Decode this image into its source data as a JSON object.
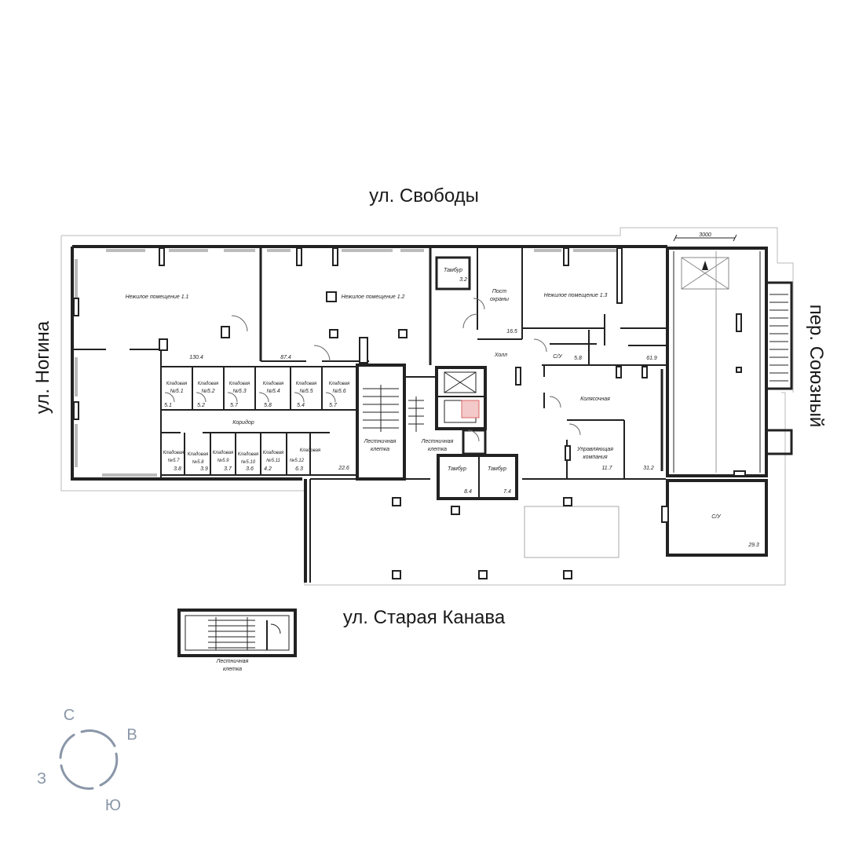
{
  "streets": {
    "north": "ул. Свободы",
    "west": "ул. Ногина",
    "east": "пер. Союзный",
    "south": "ул. Старая Канава"
  },
  "dimension": "3000",
  "rooms": {
    "r11": {
      "label": "Нежилое помещение 1.1",
      "area": "130.4"
    },
    "r12": {
      "label": "Нежилое помещение 1.2",
      "area": "87.4"
    },
    "r13": {
      "label": "Нежилое помещение 1.3",
      "area": "61.9"
    },
    "tambur_n": {
      "label": "Тамбур",
      "area": "3.2"
    },
    "post": {
      "label1": "Пост",
      "label2": "охраны",
      "area": "16.5"
    },
    "hall": {
      "label": "Холл"
    },
    "sui": {
      "label": "С/У",
      "area": "5.8"
    },
    "kolyas": {
      "label": "Колясочная"
    },
    "uprav": {
      "label1": "Управляющая",
      "label2": "компания",
      "area": "11.7"
    },
    "area_31": "31.2",
    "koridor": {
      "label": "Коридор",
      "area": "22.6"
    },
    "stair1": {
      "label1": "Лестничная",
      "label2": "клетка"
    },
    "stair2": {
      "label1": "Лестничная",
      "label2": "клетка"
    },
    "stair3": {
      "label1": "Лестничная",
      "label2": "клетка"
    },
    "tambur_s1": {
      "label": "Тамбур",
      "area": "8.4"
    },
    "tambur_s2": {
      "label": "Тамбур",
      "area": "7.4"
    },
    "sui_big": {
      "label": "С/У",
      "area": "29.3"
    }
  },
  "storage_top": [
    {
      "label": "Кладовая",
      "num": "№5.1",
      "area": "5.1"
    },
    {
      "label": "Кладовая",
      "num": "№5.2",
      "area": "5.2"
    },
    {
      "label": "Кладовая",
      "num": "№5.3",
      "area": "5.7"
    },
    {
      "label": "Кладовая",
      "num": "№5.4",
      "area": "5.8"
    },
    {
      "label": "Кладовая",
      "num": "№5.5",
      "area": "5.4"
    },
    {
      "label": "Кладовая",
      "num": "№5.6",
      "area": "5.7"
    }
  ],
  "storage_bottom": [
    {
      "label": "Кладовая",
      "num": "№5.7",
      "area": "3.8"
    },
    {
      "label": "Кладовая",
      "num": "№5.8",
      "area": "3.9"
    },
    {
      "label": "Кладовая",
      "num": "№5.9",
      "area": "3.7"
    },
    {
      "label": "Кладовая",
      "num": "№5.10",
      "area": "3.6"
    },
    {
      "label": "Кладовая",
      "num": "№5.11",
      "area": "4.2"
    },
    {
      "label": "Кладовая",
      "num": "№5.12",
      "area": "6.3"
    }
  ],
  "compass": {
    "n": "С",
    "e": "В",
    "s": "Ю",
    "w": "З",
    "color": "#8a96a8"
  }
}
